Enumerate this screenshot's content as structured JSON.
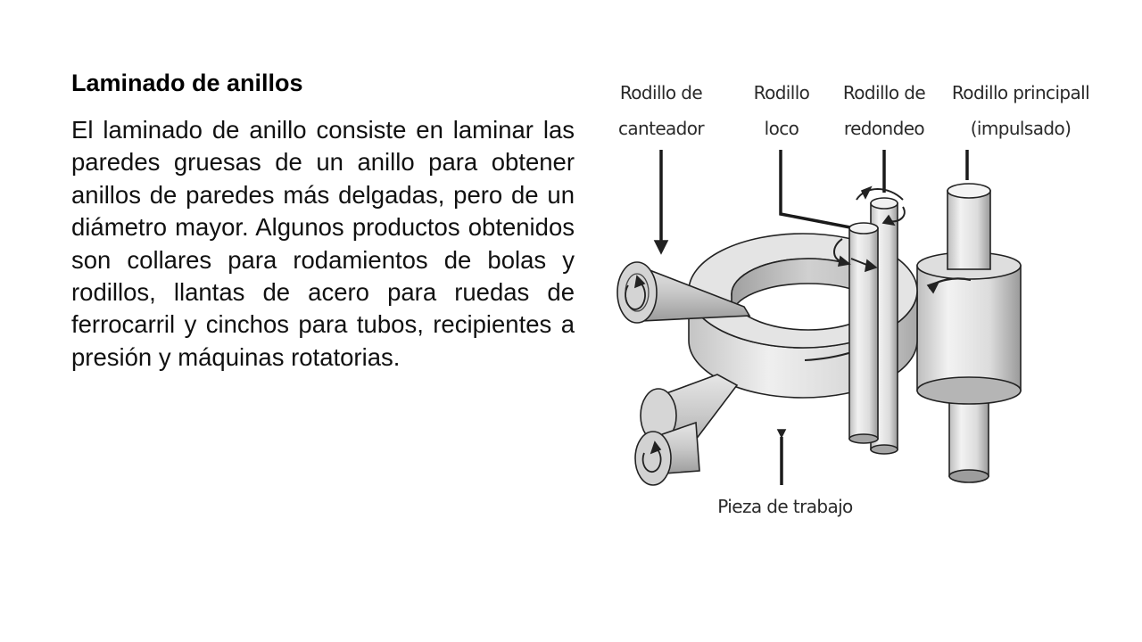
{
  "slide": {
    "title": "Laminado de anillos",
    "body": "El laminado de anillo consiste en laminar las paredes gruesas de un anillo para obtener anillos de paredes más delgadas, pero de un diámetro mayor. Algunos productos obtenidos son collares para rodamientos de bolas y rodillos, llantas de acero para ruedas de ferrocarril y cinchos para tubos, recipientes a presión y máquinas rotatorias."
  },
  "figure": {
    "labels": {
      "edging_roll": [
        "Rodillo de",
        "canteador"
      ],
      "idler_roll": [
        "Rodillo",
        "loco"
      ],
      "rounding_roll": [
        "Rodillo de",
        "redondeo"
      ],
      "main_roll": [
        "Rodillo principall",
        "(impulsado)"
      ],
      "workpiece": "Pieza de trabajo"
    }
  }
}
